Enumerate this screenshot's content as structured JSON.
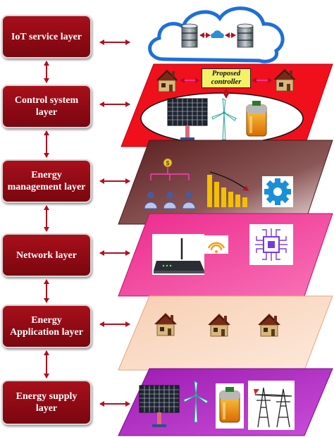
{
  "layers": [
    {
      "id": "iot-service",
      "label": "IoT service layer"
    },
    {
      "id": "control-system",
      "label": "Control system layer"
    },
    {
      "id": "energy-management",
      "label": "Energy management layer"
    },
    {
      "id": "network",
      "label": "Network layer"
    },
    {
      "id": "energy-application",
      "label": "Energy Application layer"
    },
    {
      "id": "energy-supply",
      "label": "Energy supply layer"
    }
  ],
  "controller": {
    "label": "Proposed controller"
  },
  "colors": {
    "box": "#8e0a14",
    "arrow": "#b01020",
    "control_layer": "#f0101c",
    "management_layer": "#6b3030",
    "network_layer": "#f03a96",
    "application_layer": "#f9d8c0",
    "supply_layer": "#b024c2",
    "cloud_stroke": "#1e6fd8"
  },
  "icons": [
    "cloud-icon",
    "database-icon",
    "house-icon",
    "solar-panel-icon",
    "wind-turbine-icon",
    "battery-icon",
    "dollar-icon",
    "person-icon",
    "bar-chart-icon",
    "gear-icon",
    "router-icon",
    "wifi-icon",
    "chip-icon",
    "power-tower-icon"
  ]
}
